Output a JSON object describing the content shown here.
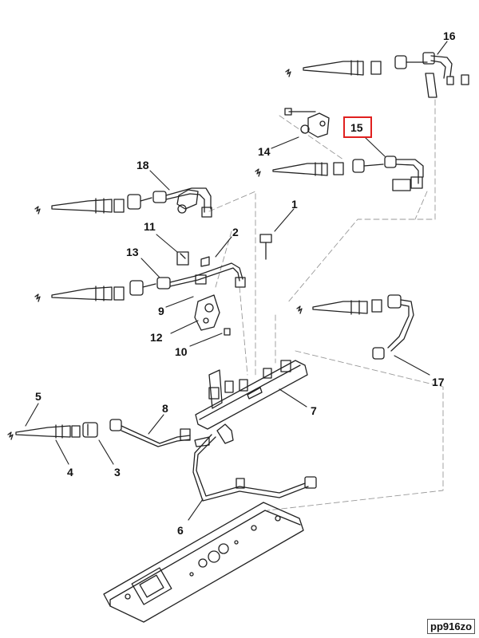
{
  "callouts": {
    "c1": "1",
    "c2": "2",
    "c3": "3",
    "c4": "4",
    "c5": "5",
    "c6": "6",
    "c7": "7",
    "c8": "8",
    "c9": "9",
    "c10": "10",
    "c11": "11",
    "c12": "12",
    "c13": "13",
    "c14": "14",
    "c15": "15",
    "c16": "16",
    "c17": "17",
    "c18": "18"
  },
  "highlighted_callout": "15",
  "figure_code": "pp916zo",
  "colors": {
    "highlight": "#e0201f",
    "line": "#222222",
    "leader": "#999999"
  }
}
